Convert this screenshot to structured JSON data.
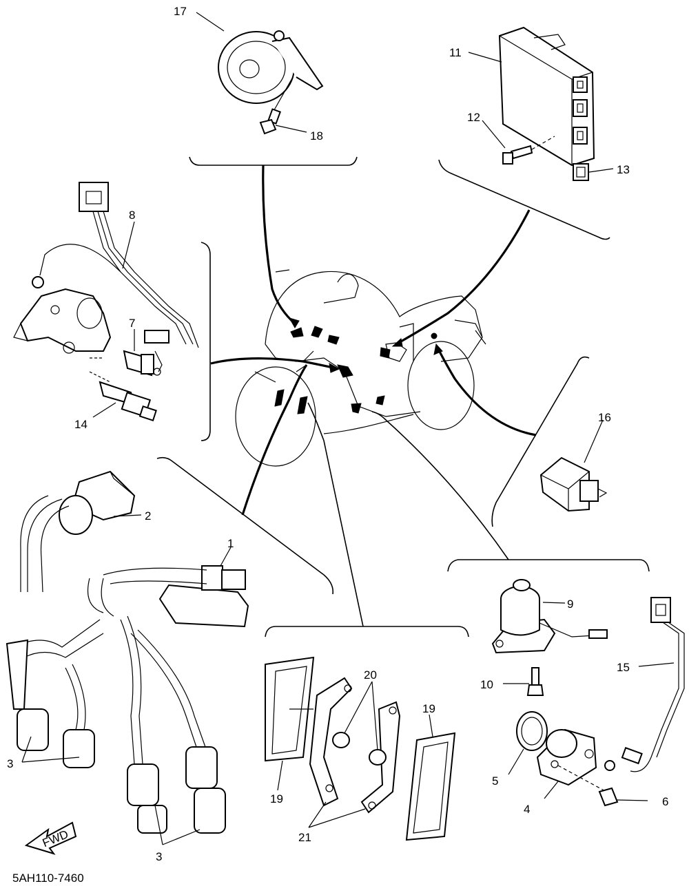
{
  "diagram": {
    "drawing_code": "5AH110-7460",
    "fwd_arrow_label": "FWD",
    "callouts": {
      "c1": "1",
      "c2": "2",
      "c3a": "3",
      "c3b": "3",
      "c4": "4",
      "c5": "5",
      "c6": "6",
      "c7": "7",
      "c8": "8",
      "c9": "9",
      "c10": "10",
      "c11": "11",
      "c12": "12",
      "c13": "13",
      "c14": "14",
      "c15": "15",
      "c16": "16",
      "c17": "17",
      "c18": "18",
      "c19a": "19",
      "c19b": "19",
      "c20": "20",
      "c21": "21"
    }
  }
}
